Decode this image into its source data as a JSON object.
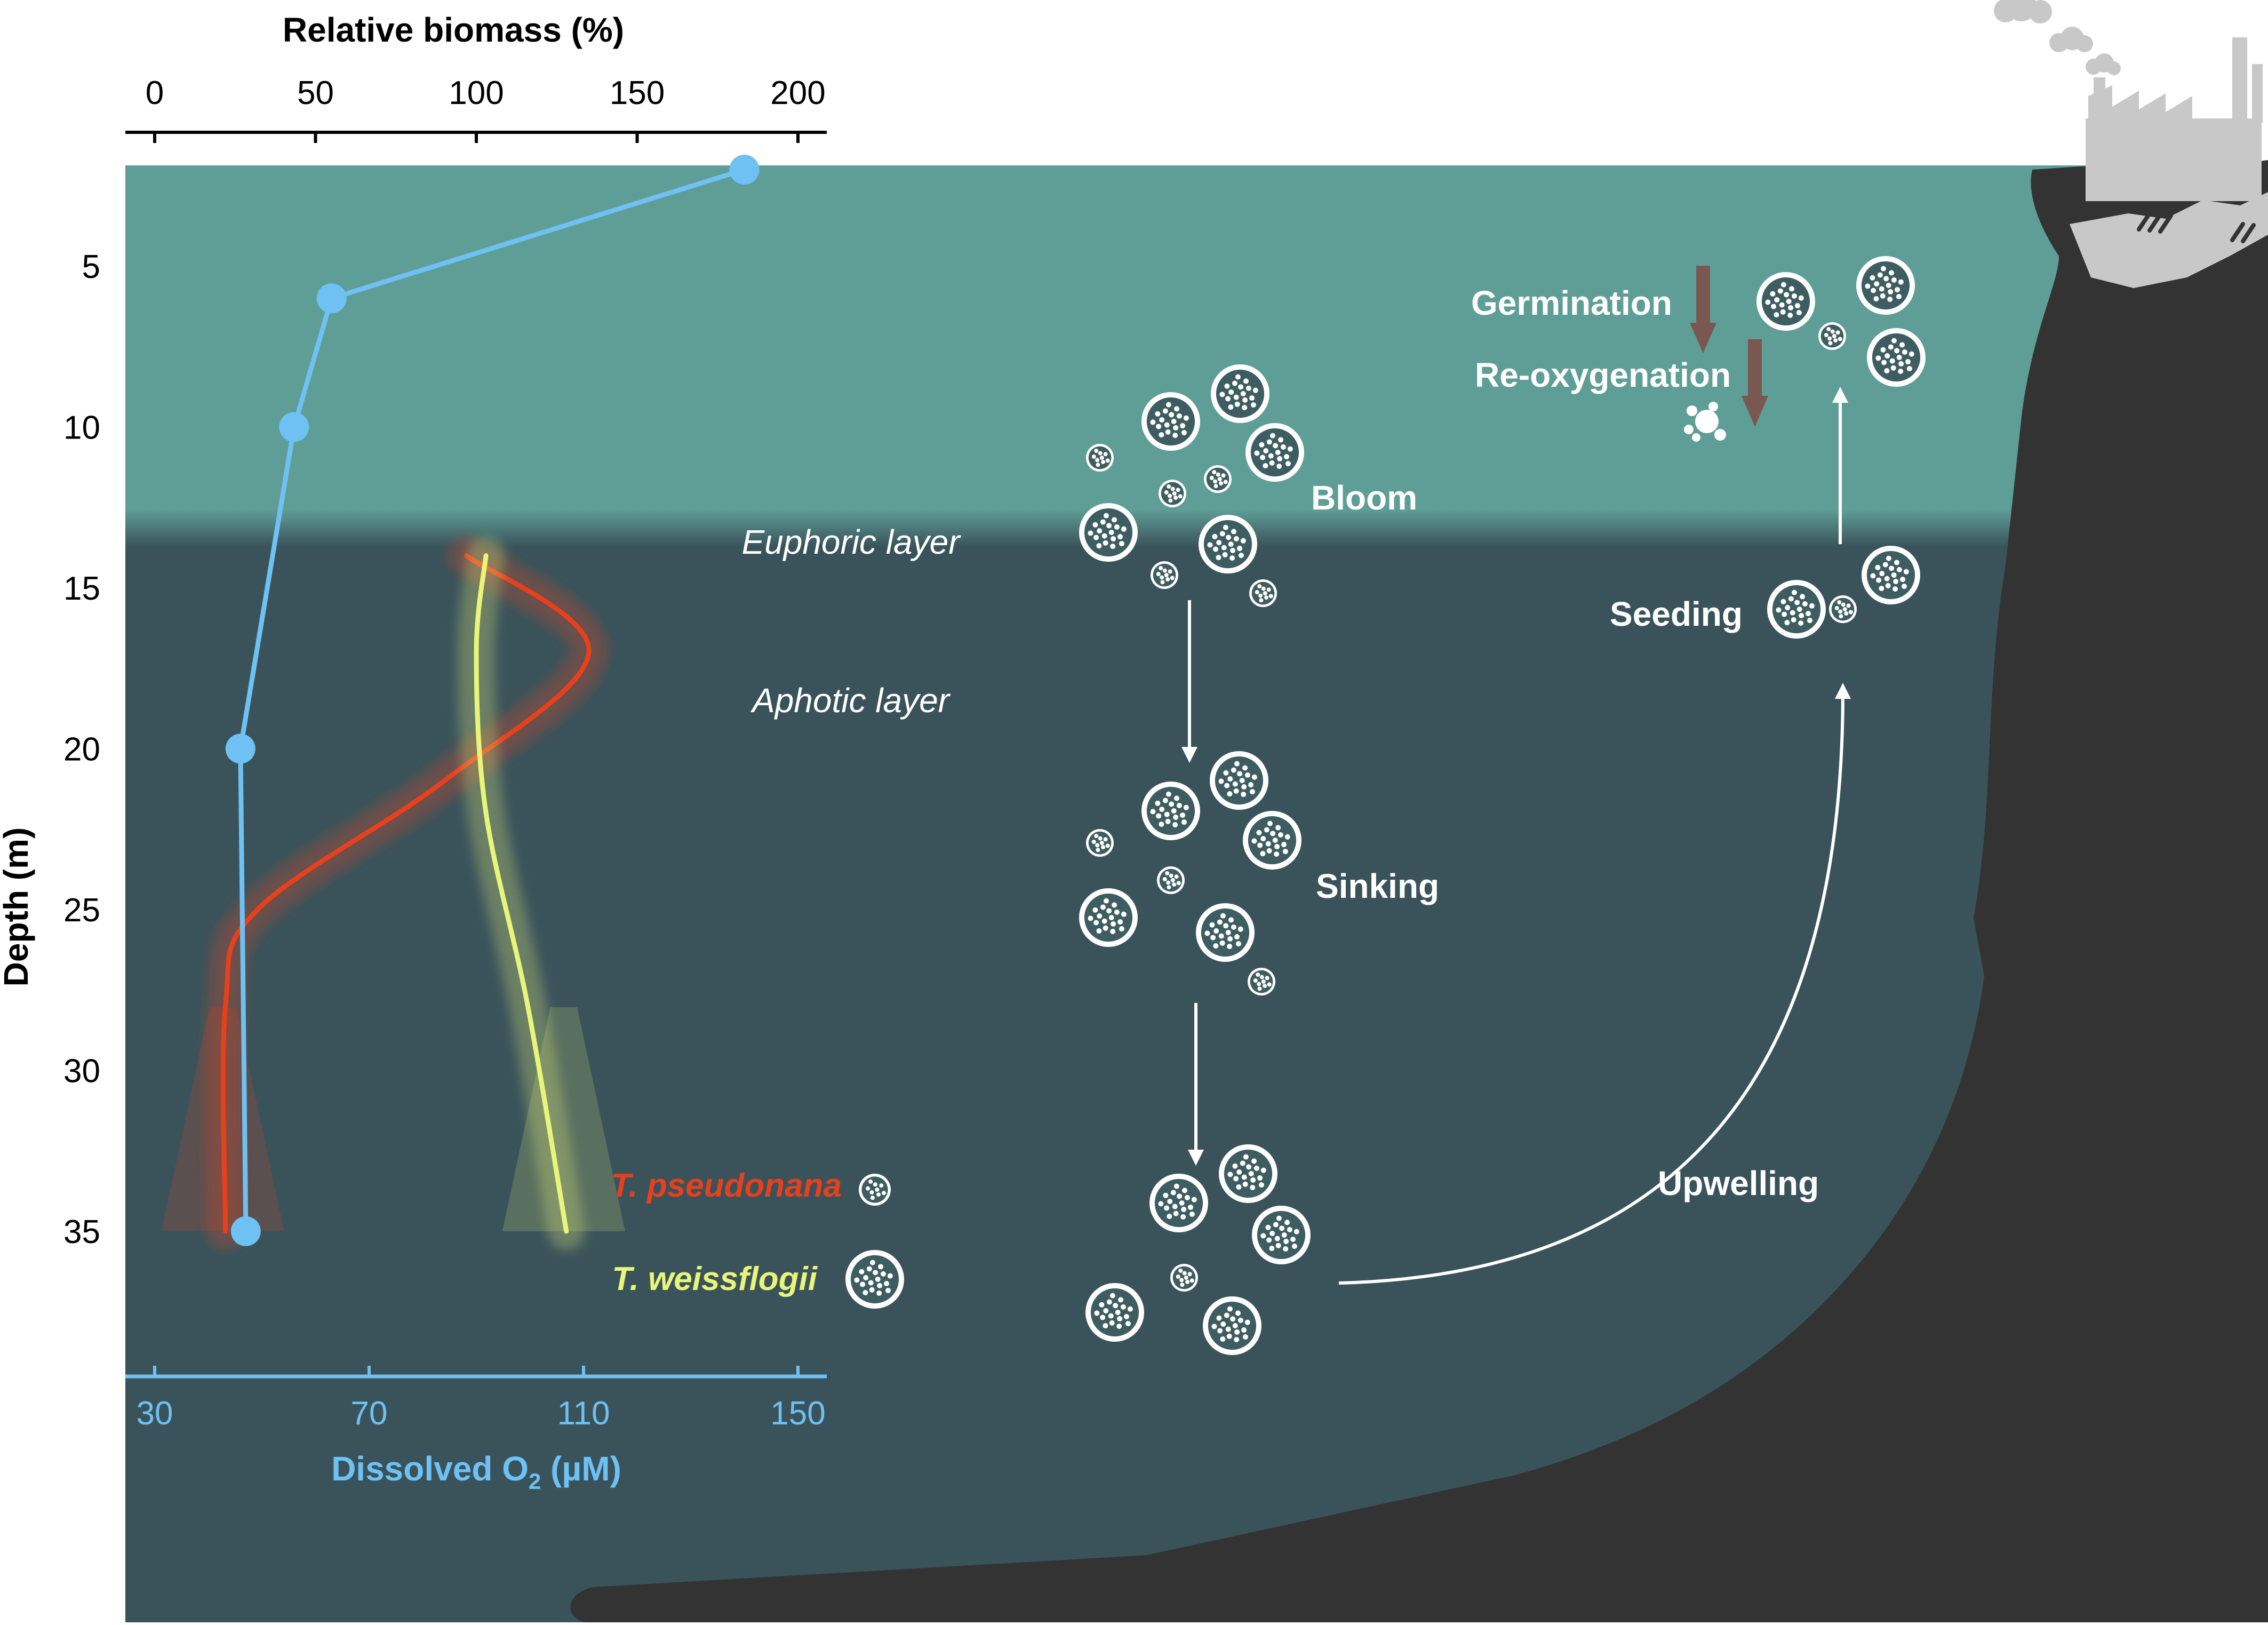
{
  "top_axis": {
    "title": "Relative biomass (%)",
    "ticks": [
      "0",
      "50",
      "100",
      "150",
      "200"
    ]
  },
  "left_axis": {
    "title": "Depth (m)",
    "ticks": [
      "5",
      "10",
      "15",
      "20",
      "25",
      "30",
      "35"
    ]
  },
  "bottom_axis": {
    "title_main": "Dissolved O",
    "title_sub": "2",
    "title_unit": " (µM)",
    "ticks": [
      "30",
      "70",
      "110",
      "150"
    ]
  },
  "layers": {
    "euphotic": "Euphoric layer",
    "aphotic": "Aphotic layer"
  },
  "stages": {
    "bloom": "Bloom",
    "sinking": "Sinking",
    "upwelling": "Upwelling",
    "seeding": "Seeding",
    "germination": "Germination",
    "reoxygenation": "Re-oxygenation"
  },
  "species": {
    "pseudonana": "T. pseudonana",
    "weissflogii": "T. weissflogii"
  },
  "colors": {
    "euphotic_water": "#5f9e97",
    "aphotic_water": "#3a535b",
    "land": "#333333",
    "o2_line": "#6ec1f2",
    "pseudonana": "#e8401c",
    "weissflogii": "#e9f57a",
    "process_arrow": "#7a5750",
    "factory": "#c8c8c8"
  },
  "chart_data": {
    "type": "line",
    "ylabel": "Depth (m)",
    "ylim": [
      0,
      38
    ],
    "series": [
      {
        "axis": "Dissolved O2 (µM)",
        "xlim": [
          30,
          150
        ],
        "x": [
          140,
          63,
          56,
          46,
          47
        ],
        "y": [
          2,
          6,
          10,
          20,
          35
        ]
      },
      {
        "name": "T. pseudonana",
        "axis": "Relative biomass (%)",
        "x": [
          97,
          135,
          90,
          32,
          22,
          22
        ],
        "y": [
          14,
          17,
          21,
          25,
          28,
          35
        ]
      },
      {
        "name": "T. weissflogii",
        "axis": "Relative biomass (%)",
        "x": [
          103,
          100,
          103,
          116,
          128
        ],
        "y": [
          14,
          17,
          22,
          28,
          35
        ]
      }
    ]
  }
}
